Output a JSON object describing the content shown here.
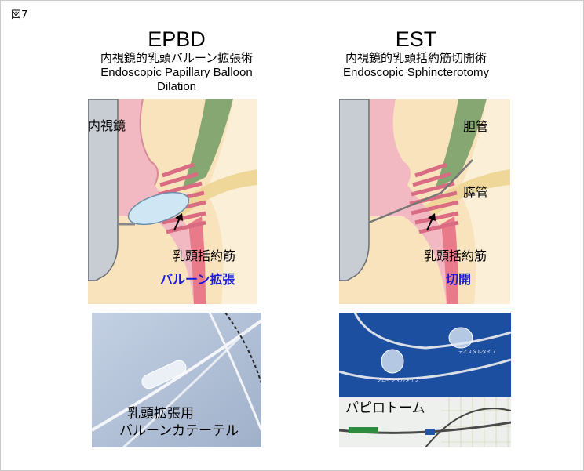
{
  "figure_label": "図7",
  "left": {
    "abbr": "EPBD",
    "jp": "内視鏡的乳頭バルーン拡張術",
    "en1": "Endoscopic Papillary Balloon",
    "en2": "Dilation",
    "endoscope_label": "内視鏡",
    "sphincter_label": "乳頭括約筋",
    "action_label": "バルーン拡張",
    "photo_caption1": "乳頭拡張用",
    "photo_caption2": "バルーンカテーテル"
  },
  "right": {
    "abbr": "EST",
    "jp": "内視鏡的乳頭括約筋切開術",
    "en1": "Endoscopic Sphincterotomy",
    "bile_label": "胆管",
    "pancreatic_label": "膵管",
    "sphincter_label": "乳頭括約筋",
    "action_label": "切開",
    "photo_caption": "パピロトーム",
    "distal_label": "ディスタルタイプ",
    "proximal_label": "プロキシマルタイプ"
  },
  "colors": {
    "accent_blue": "#1a1adc",
    "tissue_pink": "#f2b9c2",
    "bile_green": "#86a672",
    "duct_yellow": "#efd79a",
    "background_beige": "#f8e3bd",
    "endoscope_gray": "#c8cdd4"
  }
}
